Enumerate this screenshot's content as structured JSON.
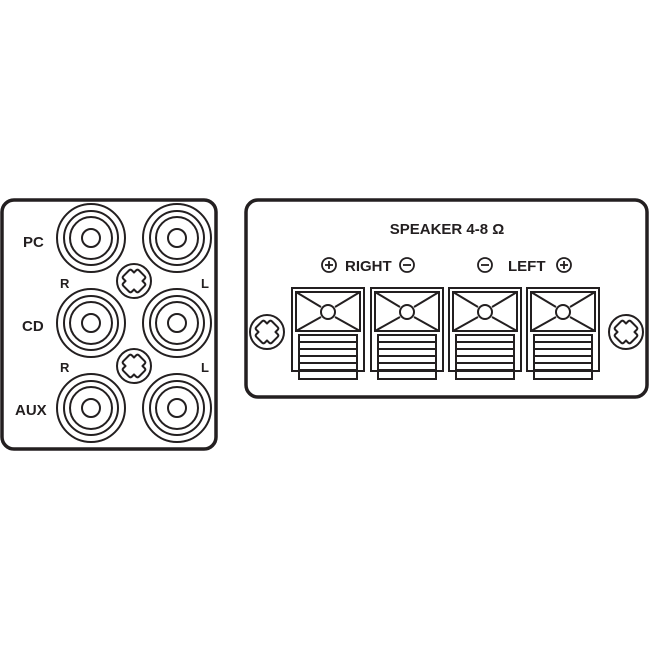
{
  "input_panel": {
    "rows": [
      {
        "label": "PC"
      },
      {
        "label": "CD"
      },
      {
        "label": "AUX"
      }
    ],
    "channel_right": "R",
    "channel_left": "L"
  },
  "speaker_panel": {
    "title": "SPEAKER 4-8 Ω",
    "right_label": "RIGHT",
    "left_label": "LEFT",
    "plus_symbol": "+",
    "minus_symbol": "−",
    "terminals": [
      {
        "channel": "RIGHT",
        "polarity": "+"
      },
      {
        "channel": "RIGHT",
        "polarity": "−"
      },
      {
        "channel": "LEFT",
        "polarity": "−"
      },
      {
        "channel": "LEFT",
        "polarity": "+"
      }
    ]
  },
  "colors": {
    "line": "#231f20",
    "background": "#ffffff"
  }
}
